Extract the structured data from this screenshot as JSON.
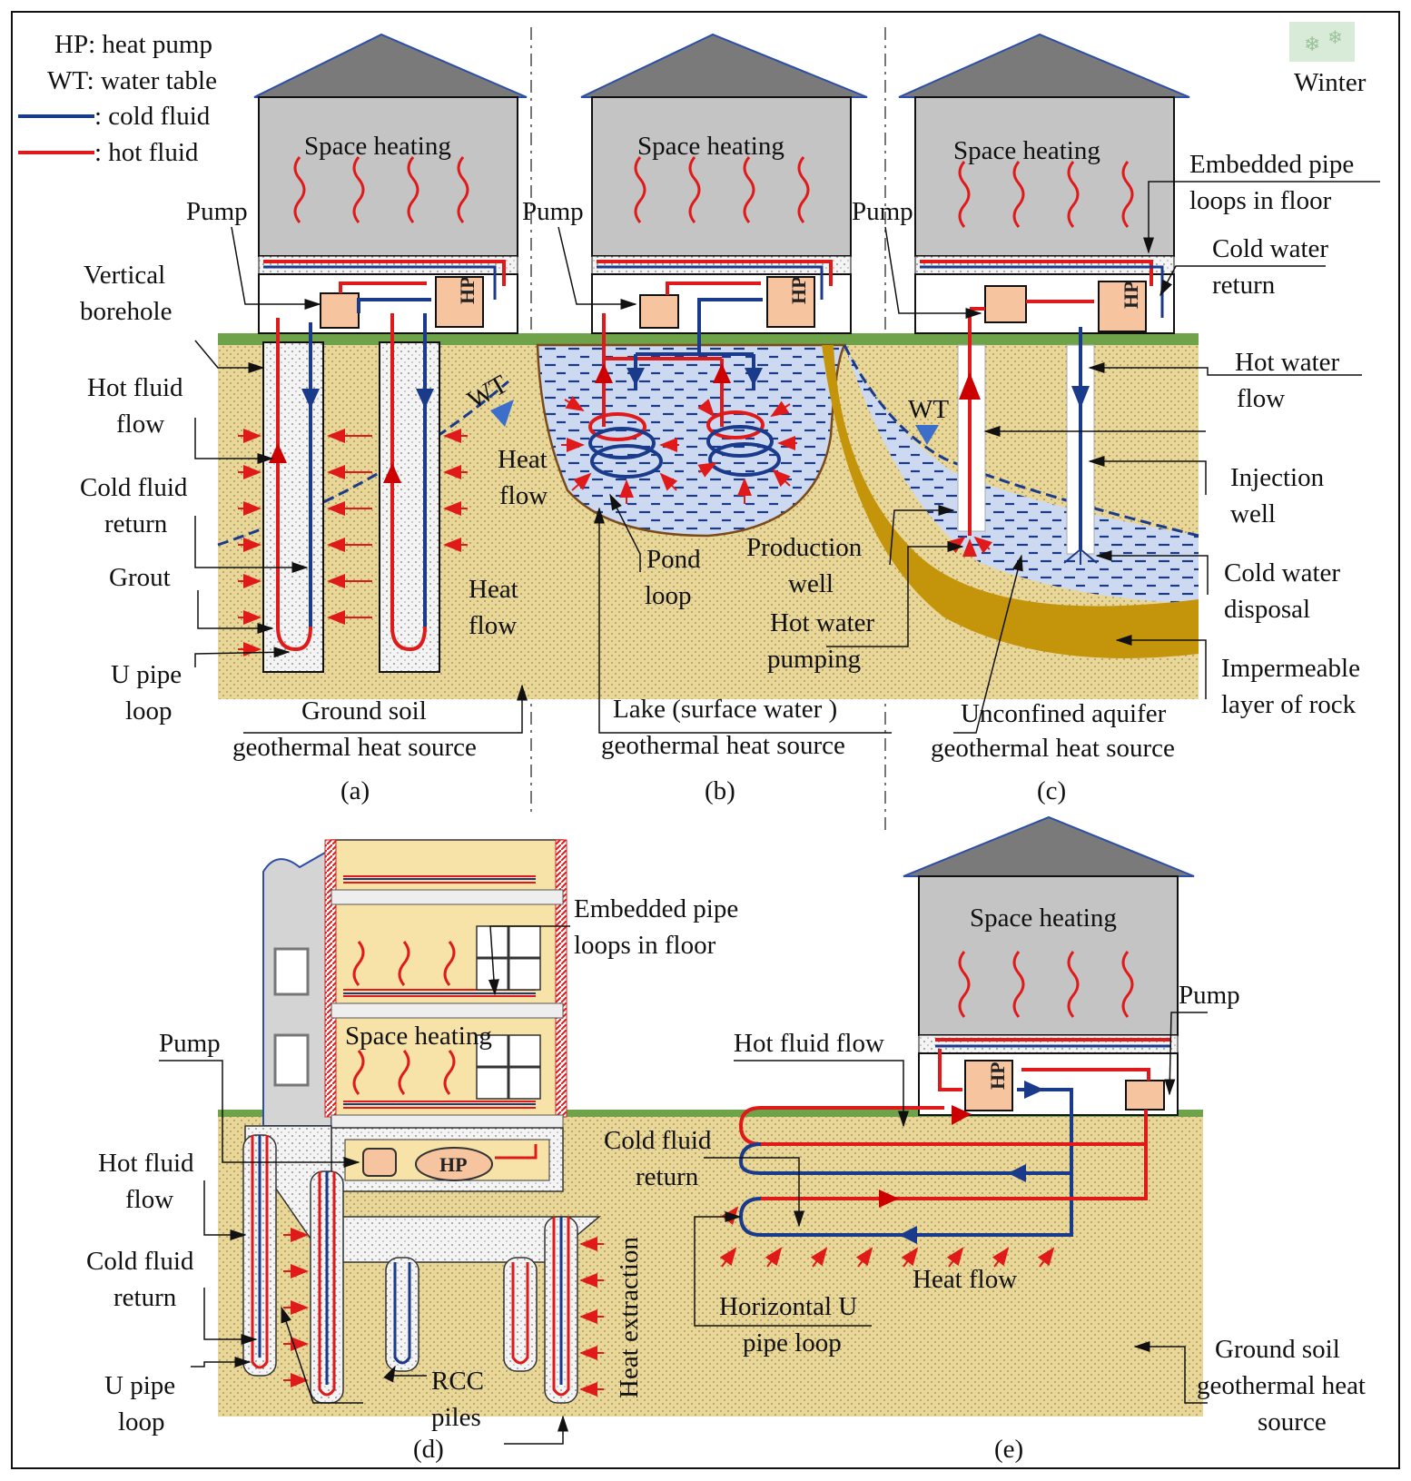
{
  "legend": {
    "hp": "HP: heat pump",
    "wt": "WT: water table",
    "cold": ": cold fluid",
    "hot": ": hot fluid",
    "season": "Winter"
  },
  "colors": {
    "cold_fluid": "#1a3a8c",
    "hot_fluid": "#e01a1a",
    "soil": "#e9d79a",
    "water": "#cdd9f0",
    "rock": "#c4950a",
    "roof": "#7a7a7a",
    "wall": "#c4c4c4",
    "hp_box": "#f7c4a0",
    "grass": "#6ea34a"
  },
  "panel_a": {
    "space_heating": "Space heating",
    "pump": "Pump",
    "hp": "HP",
    "vertical_borehole": [
      "Vertical",
      "borehole"
    ],
    "hot_fluid_flow": [
      "Hot fluid",
      "flow"
    ],
    "cold_fluid_return": [
      "Cold fluid",
      "return"
    ],
    "grout": "Grout",
    "u_pipe_loop": [
      "U pipe",
      "loop"
    ],
    "wt": "WT",
    "heat_flow": [
      "Heat",
      "flow"
    ],
    "source": [
      "Ground soil",
      "geothermal heat source"
    ],
    "caption": "(a)"
  },
  "panel_b": {
    "space_heating": "Space heating",
    "pump": "Pump",
    "hp": "HP",
    "heat_flow": [
      "Heat",
      "flow"
    ],
    "pond_loop": [
      "Pond",
      "loop"
    ],
    "source": [
      "Lake (surface water )",
      "geothermal heat source"
    ],
    "caption": "(b)"
  },
  "panel_c": {
    "space_heating": "Space heating",
    "pump": "Pump",
    "hp": "HP",
    "wt": "WT",
    "embedded": [
      "Embedded pipe",
      "loops in  floor"
    ],
    "cold_water_return": [
      "Cold water",
      "return"
    ],
    "hot_water_flow": [
      "Hot water",
      "flow"
    ],
    "injection_well": [
      "Injection",
      "well"
    ],
    "production_well": [
      "Production",
      "well"
    ],
    "hot_water_pumping": [
      "Hot water",
      "pumping"
    ],
    "cold_water_disposal": [
      "Cold water",
      "disposal"
    ],
    "impermeable": [
      "Impermeable",
      "layer of rock"
    ],
    "source": [
      "Unconfined aquifer",
      "geothermal heat source"
    ],
    "caption": "(c)"
  },
  "panel_d": {
    "embedded": [
      "Embedded pipe",
      "loops in  floor"
    ],
    "space_heating": "Space heating",
    "pump": "Pump",
    "hp": "HP",
    "hot_fluid_flow": [
      "Hot fluid",
      "flow"
    ],
    "cold_fluid_return": [
      "Cold fluid",
      "return"
    ],
    "u_pipe_loop": [
      "U pipe",
      "loop"
    ],
    "rcc_piles": [
      "RCC",
      "piles"
    ],
    "heat_extraction": "Heat extraction",
    "caption": "(d)"
  },
  "panel_e": {
    "space_heating": "Space heating",
    "pump": "Pump",
    "hp": "HP",
    "hot_fluid_flow": "Hot fluid flow",
    "cold_fluid_return": [
      "Cold fluid",
      "return"
    ],
    "heat_flow": "Heat flow",
    "horizontal_loop": [
      "Horizontal U",
      "pipe loop"
    ],
    "source": [
      "Ground soil",
      "geothermal heat",
      "source"
    ],
    "caption": "(e)"
  }
}
